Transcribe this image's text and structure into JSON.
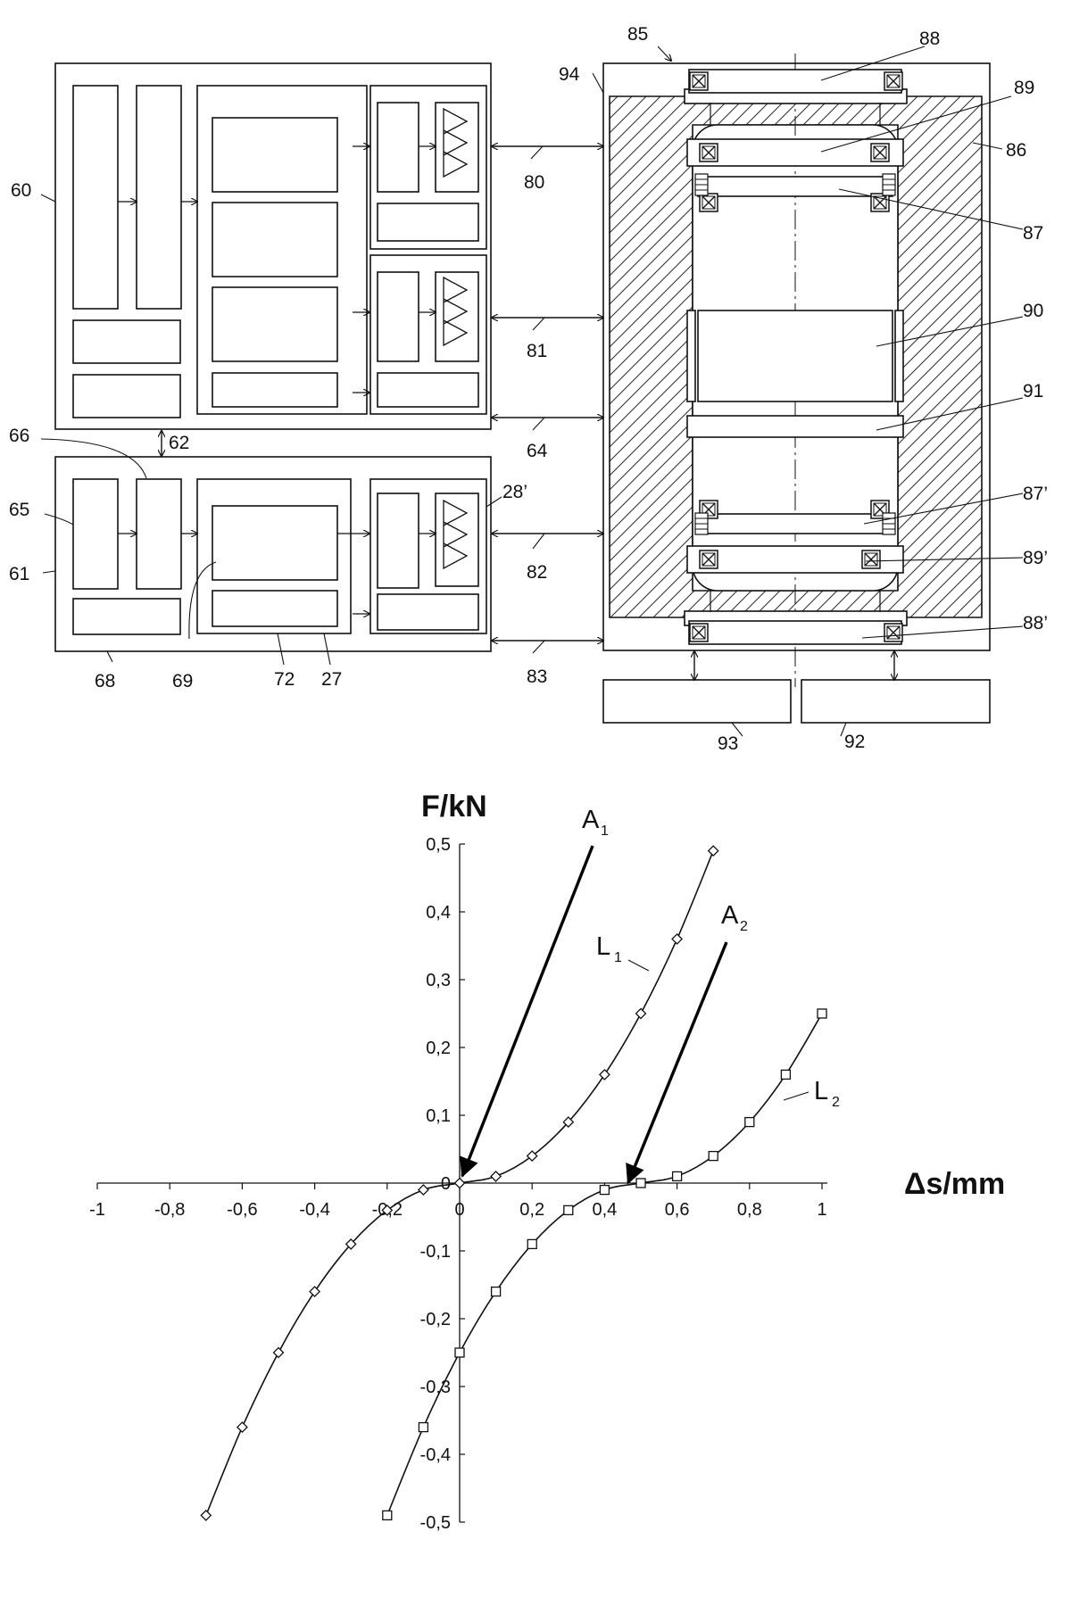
{
  "diagram": {
    "labels": {
      "l60": "60",
      "l61": "61",
      "l62": "62",
      "l64": "64",
      "l65": "65",
      "l66": "66",
      "l68": "68",
      "l69": "69",
      "l72": "72",
      "l27": "27",
      "l28p": "28’",
      "l80": "80",
      "l81": "81",
      "l82": "82",
      "l83": "83",
      "l85": "85",
      "l86": "86",
      "l87": "87",
      "l87p": "87’",
      "l88": "88",
      "l88p": "88’",
      "l89": "89",
      "l89p": "89’",
      "l90": "90",
      "l91": "91",
      "l92": "92",
      "l93": "93",
      "l94": "94"
    }
  },
  "chart_data": {
    "type": "line",
    "title": "",
    "xlabel": "Δs/mm",
    "ylabel": "F/kN",
    "xlim": [
      -1,
      1
    ],
    "ylim": [
      -0.5,
      0.5
    ],
    "x_ticks": [
      "-1",
      "-0,8",
      "-0,6",
      "-0,4",
      "-0,2",
      "0",
      "0,2",
      "0,4",
      "0,6",
      "0,8",
      "1"
    ],
    "y_ticks": [
      "0,5",
      "0,4",
      "0,3",
      "0,2",
      "0,1",
      "0",
      "-0,1",
      "-0,2",
      "-0,3",
      "-0,4",
      "-0,5"
    ],
    "annotations": {
      "A1": {
        "letter": "A",
        "sub": "1",
        "x": 0,
        "y": 0
      },
      "A2": {
        "letter": "A",
        "sub": "2",
        "x": 0.47,
        "y": -0.01
      }
    },
    "series": [
      {
        "name": "L1",
        "letter": "L",
        "sub": "1",
        "marker": "diamond",
        "x": [
          -0.7,
          -0.6,
          -0.5,
          -0.4,
          -0.3,
          -0.2,
          -0.1,
          0,
          0.1,
          0.2,
          0.3,
          0.4,
          0.5,
          0.6,
          0.7
        ],
        "y": [
          -0.49,
          -0.36,
          -0.25,
          -0.16,
          -0.09,
          -0.04,
          -0.01,
          0,
          0.01,
          0.04,
          0.09,
          0.16,
          0.25,
          0.36,
          0.49
        ]
      },
      {
        "name": "L2",
        "letter": "L",
        "sub": "2",
        "marker": "square",
        "x": [
          -0.2,
          -0.1,
          0,
          0.1,
          0.2,
          0.3,
          0.4,
          0.5,
          0.6,
          0.7,
          0.8,
          0.9,
          1.0
        ],
        "y": [
          -0.49,
          -0.36,
          -0.25,
          -0.16,
          -0.09,
          -0.04,
          -0.01,
          0,
          0.01,
          0.04,
          0.09,
          0.16,
          0.25
        ]
      }
    ]
  }
}
